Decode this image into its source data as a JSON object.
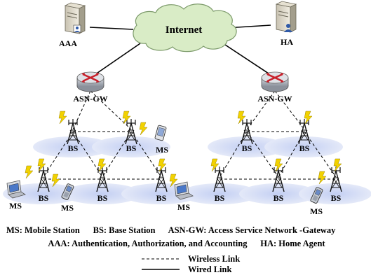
{
  "network": {
    "internet_label": "Internet",
    "aaa_label": "AAA",
    "ha_label": "HA",
    "gateways": [
      "ASN-GW",
      "ASN-GW"
    ],
    "base_station_label": "BS",
    "mobile_station_label": "MS"
  },
  "legend_text": {
    "line1": "MS: Mobile Station      BS: Base Station      ASN-GW: Access Service Network -Gateway",
    "line2": "AAA: Authentication, Authorization, and Accounting      HA: Home Agent",
    "wireless": "Wireless Link",
    "wired": "Wired Link"
  },
  "colors": {
    "cloud_fill": "#d9ecc6",
    "cell_fill": "#d3dcf5",
    "router_body": "#a9aeb7",
    "router_arrow": "#c8202a",
    "lightning": "#f2d200"
  }
}
